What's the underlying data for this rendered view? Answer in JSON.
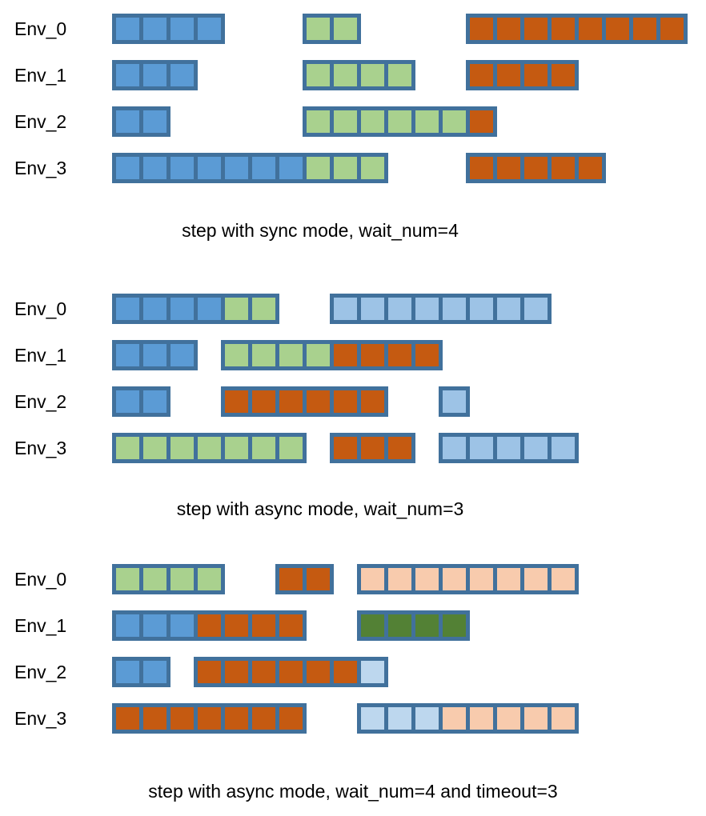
{
  "colors": {
    "border": "#41719C",
    "blue": "#5B9BD5",
    "green": "#A9D18E",
    "orange": "#C55A11",
    "skyblue": "#9DC3E6",
    "paleblue": "#BDD7EE",
    "peach": "#F8CBAD",
    "darkgreen": "#538135"
  },
  "sections": [
    {
      "caption": "step with sync mode, wait_num=4",
      "rows": [
        {
          "label": "Env_0",
          "bars": [
            {
              "start": 0,
              "cells": [
                "blue",
                "blue",
                "blue",
                "blue"
              ]
            },
            {
              "start": 7,
              "cells": [
                "green",
                "green"
              ]
            },
            {
              "start": 13,
              "cells": [
                "orange",
                "orange",
                "orange",
                "orange",
                "orange",
                "orange",
                "orange",
                "orange"
              ]
            }
          ]
        },
        {
          "label": "Env_1",
          "bars": [
            {
              "start": 0,
              "cells": [
                "blue",
                "blue",
                "blue"
              ]
            },
            {
              "start": 7,
              "cells": [
                "green",
                "green",
                "green",
                "green"
              ]
            },
            {
              "start": 13,
              "cells": [
                "orange",
                "orange",
                "orange",
                "orange"
              ]
            }
          ]
        },
        {
          "label": "Env_2",
          "bars": [
            {
              "start": 0,
              "cells": [
                "blue",
                "blue"
              ]
            },
            {
              "start": 7,
              "cells": [
                "green",
                "green",
                "green",
                "green",
                "green",
                "green",
                "orange"
              ]
            }
          ]
        },
        {
          "label": "Env_3",
          "bars": [
            {
              "start": 0,
              "cells": [
                "blue",
                "blue",
                "blue",
                "blue",
                "blue",
                "blue",
                "blue",
                "green",
                "green",
                "green"
              ]
            },
            {
              "start": 13,
              "cells": [
                "orange",
                "orange",
                "orange",
                "orange",
                "orange"
              ]
            }
          ]
        }
      ]
    },
    {
      "caption": "step with async mode, wait_num=3",
      "rows": [
        {
          "label": "Env_0",
          "bars": [
            {
              "start": 0,
              "cells": [
                "blue",
                "blue",
                "blue",
                "blue",
                "green",
                "green"
              ]
            },
            {
              "start": 8,
              "cells": [
                "skyblue",
                "skyblue",
                "skyblue",
                "skyblue",
                "skyblue",
                "skyblue",
                "skyblue",
                "skyblue"
              ]
            }
          ]
        },
        {
          "label": "Env_1",
          "bars": [
            {
              "start": 0,
              "cells": [
                "blue",
                "blue",
                "blue"
              ]
            },
            {
              "start": 4,
              "cells": [
                "green",
                "green",
                "green",
                "green",
                "orange",
                "orange",
                "orange",
                "orange"
              ]
            }
          ]
        },
        {
          "label": "Env_2",
          "bars": [
            {
              "start": 0,
              "cells": [
                "blue",
                "blue"
              ]
            },
            {
              "start": 4,
              "cells": [
                "orange",
                "orange",
                "orange",
                "orange",
                "orange",
                "orange"
              ]
            },
            {
              "start": 12,
              "cells": [
                "skyblue"
              ]
            }
          ]
        },
        {
          "label": "Env_3",
          "bars": [
            {
              "start": 0,
              "cells": [
                "green",
                "green",
                "green",
                "green",
                "green",
                "green",
                "green"
              ]
            },
            {
              "start": 8,
              "cells": [
                "orange",
                "orange",
                "orange"
              ]
            },
            {
              "start": 12,
              "cells": [
                "skyblue",
                "skyblue",
                "skyblue",
                "skyblue",
                "skyblue"
              ]
            }
          ]
        }
      ]
    },
    {
      "caption": "step with async mode, wait_num=4 and timeout=3",
      "rows": [
        {
          "label": "Env_0",
          "bars": [
            {
              "start": 0,
              "cells": [
                "green",
                "green",
                "green",
                "green"
              ]
            },
            {
              "start": 6,
              "cells": [
                "orange",
                "orange"
              ]
            },
            {
              "start": 9,
              "cells": [
                "peach",
                "peach",
                "peach",
                "peach",
                "peach",
                "peach",
                "peach",
                "peach"
              ]
            }
          ]
        },
        {
          "label": "Env_1",
          "bars": [
            {
              "start": 0,
              "cells": [
                "blue",
                "blue",
                "blue",
                "orange",
                "orange",
                "orange",
                "orange"
              ]
            },
            {
              "start": 9,
              "cells": [
                "darkgreen",
                "darkgreen",
                "darkgreen",
                "darkgreen"
              ]
            }
          ]
        },
        {
          "label": "Env_2",
          "bars": [
            {
              "start": 0,
              "cells": [
                "blue",
                "blue"
              ]
            },
            {
              "start": 3,
              "cells": [
                "orange",
                "orange",
                "orange",
                "orange",
                "orange",
                "orange",
                "paleblue"
              ]
            }
          ]
        },
        {
          "label": "Env_3",
          "bars": [
            {
              "start": 0,
              "cells": [
                "orange",
                "orange",
                "orange",
                "orange",
                "orange",
                "orange",
                "orange"
              ]
            },
            {
              "start": 9,
              "cells": [
                "paleblue",
                "paleblue",
                "paleblue",
                "peach",
                "peach",
                "peach",
                "peach",
                "peach"
              ]
            }
          ]
        }
      ]
    }
  ]
}
